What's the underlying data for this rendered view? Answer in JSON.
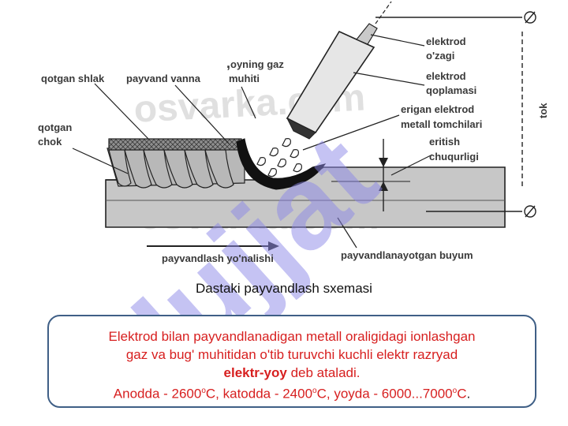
{
  "watermarks": {
    "site": "osvarka.com",
    "site_lower": "osvarka.com",
    "brand": "Hujjat"
  },
  "labels": {
    "slag": "qotgan shlak",
    "pool": "payvand vanna",
    "gas_line1": "oyning gaz",
    "gas_line2": "muhiti",
    "seam_line1": "qotgan",
    "seam_line2": "chok",
    "electrode_rod_line1": "elektrod",
    "electrode_rod_line2": "o'zagi",
    "coating_line1": "elektrod",
    "coating_line2": "qoplamasi",
    "drops_line1": "erigan elektrod",
    "drops_line2": "metall tomchilari",
    "depth_line1": "eritish",
    "depth_line2": "chuqurligi",
    "current": "tok",
    "direction": "payvandlash yo'nalishi",
    "workpiece": "payvandlanayotgan buyum"
  },
  "caption": "Dastaki payvandlash sxemasi",
  "info": {
    "line1": "Elektrod bilan payvandlanadigan metall oraligidagi ionlashgan",
    "line2": "gaz va bug' muhitidan o'tib turuvchi kuchli elektr razryad",
    "term": "elektr-yoy",
    "term_suffix": " deb ataladi.",
    "anode_label": "Anodda - 2600",
    "anode_unit": "C, katodda  -  2400",
    "cathode_unit": "C, yoyda -  6000...7000",
    "arc_unit": "C",
    "degree_mark": "o",
    "end": "."
  },
  "colors": {
    "text_red": "#d71f1f",
    "box_border": "#3f5f86",
    "watermark_purple": "#8d88e8",
    "metal_gray": "#c7c7c7"
  }
}
